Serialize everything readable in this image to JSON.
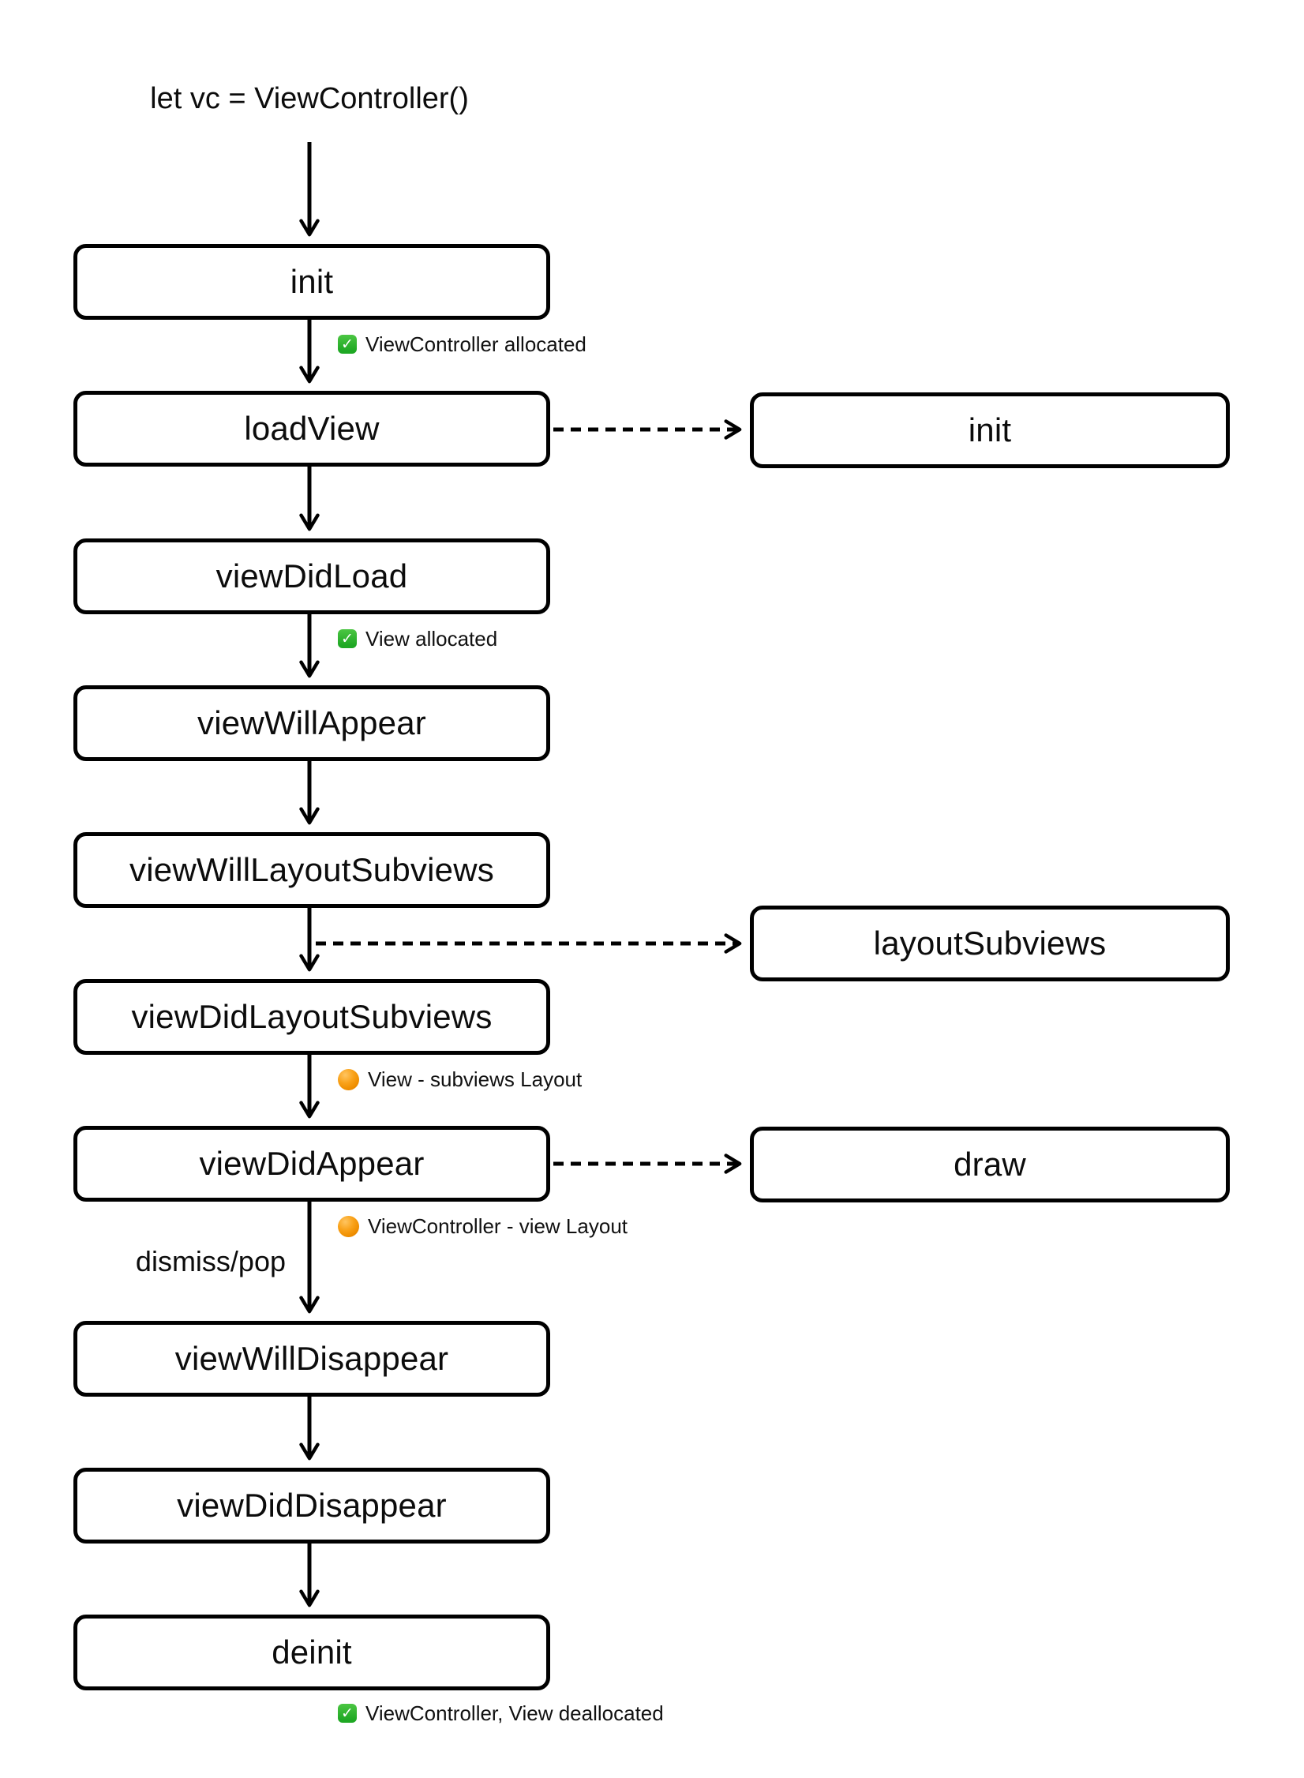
{
  "diagram": {
    "code_statement": "let vc = ViewController()",
    "nodes": {
      "init": {
        "label": "init"
      },
      "load_view": {
        "label": "loadView"
      },
      "view_did_load": {
        "label": "viewDidLoad"
      },
      "view_will_appear": {
        "label": "viewWillAppear"
      },
      "view_will_layout_subviews": {
        "label": "viewWillLayoutSubviews"
      },
      "view_did_layout_subviews": {
        "label": "viewDidLayoutSubviews"
      },
      "view_did_appear": {
        "label": "viewDidAppear"
      },
      "view_will_disappear": {
        "label": "viewWillDisappear"
      },
      "view_did_disappear": {
        "label": "viewDidDisappear"
      },
      "deinit": {
        "label": "deinit"
      },
      "view_init": {
        "label": "init"
      },
      "layout_subviews": {
        "label": "layoutSubviews"
      },
      "draw": {
        "label": "draw"
      }
    },
    "annotations": {
      "vc_allocated": {
        "icon": "check",
        "text": "ViewController allocated"
      },
      "view_allocated": {
        "icon": "check",
        "text": "View allocated"
      },
      "view_subviews_layout": {
        "icon": "orange-dot",
        "text": "View - subviews Layout"
      },
      "vc_view_layout": {
        "icon": "orange-dot",
        "text": "ViewController - view Layout"
      },
      "vc_view_deallocated": {
        "icon": "check",
        "text": "ViewController, View deallocated"
      },
      "dismiss_pop": {
        "text": "dismiss/pop"
      }
    },
    "colors": {
      "stroke": "#000000",
      "check_green": "#1fa824",
      "orange": "#ef8e00",
      "background": "#ffffff"
    }
  }
}
